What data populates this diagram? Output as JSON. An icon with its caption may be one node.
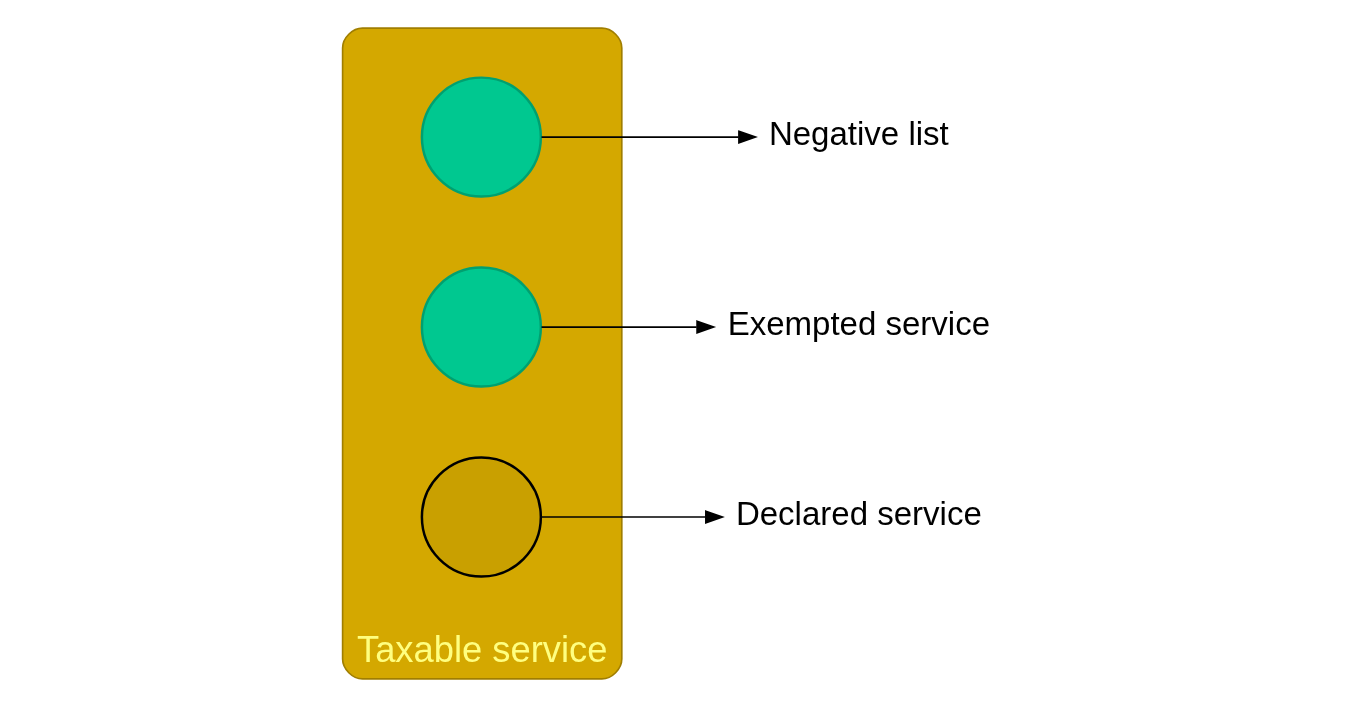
{
  "diagram": {
    "nodes": [
      {
        "text": [
          "Taxable service"
        ]
      },
      {
        "text": [],
        "shape": "circle",
        "in": 0
      },
      {
        "text": [],
        "shape": "circle",
        "in": 0
      },
      {
        "text": [],
        "shape": "circle",
        "in": 0
      },
      {
        "text": [
          "Negative list"
        ]
      },
      {
        "text": [
          "Exempted service"
        ]
      },
      {
        "text": [
          "Declared service"
        ]
      }
    ],
    "edges": [
      {
        "from": 1,
        "to": 4,
        "arrow": "to"
      },
      {
        "from": 2,
        "to": 5,
        "arrow": "to"
      },
      {
        "from": 3,
        "to": 6,
        "arrow": "to"
      }
    ]
  }
}
